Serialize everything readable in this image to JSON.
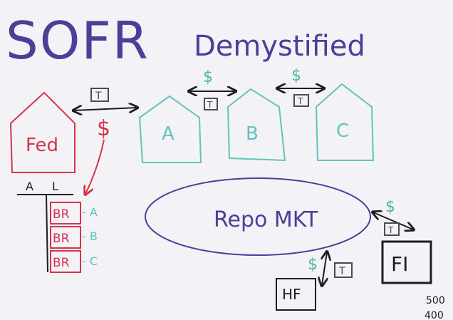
{
  "title": {
    "word1": "SOFR",
    "word2": "Demystified"
  },
  "colors": {
    "fed": "#d4344a",
    "bank": "#5fc4bd",
    "repo": "#4b3f98",
    "black": "#1c1c22",
    "dollar": "#4fb89a",
    "box": "#4a4a58"
  },
  "fed": {
    "label": "Fed"
  },
  "banks": [
    {
      "label": "A"
    },
    {
      "label": "B"
    },
    {
      "label": "C"
    }
  ],
  "tag": {
    "label": "T"
  },
  "dollar": {
    "symbol": "$"
  },
  "balance_sheet": {
    "assets": "A",
    "liabilities": "L",
    "reserves": [
      {
        "label": "BR",
        "bank": "- A"
      },
      {
        "label": "BR",
        "bank": "- B"
      },
      {
        "label": "BR",
        "bank": "- C"
      }
    ]
  },
  "repo": {
    "label": "Repo MKT"
  },
  "fi": {
    "label": "FI"
  },
  "hf": {
    "label": "HF"
  },
  "corner_notes": [
    "500",
    "400"
  ]
}
